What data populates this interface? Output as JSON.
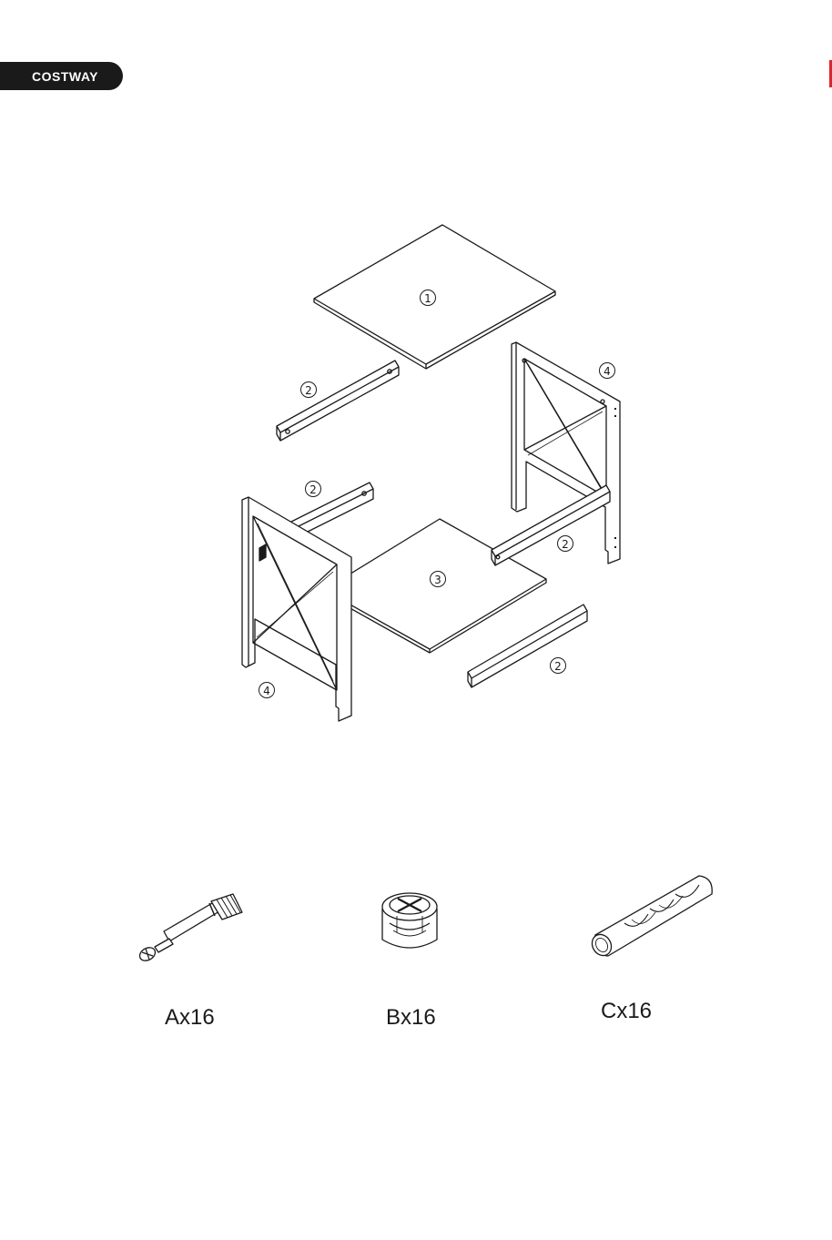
{
  "header": {
    "brand": "COSTWAY",
    "brand_color": "#1a1a1a",
    "edge_mark_color": "#d8262e"
  },
  "parts": [
    {
      "number": "1",
      "name": "top-panel"
    },
    {
      "number": "2",
      "name": "side-rail"
    },
    {
      "number": "3",
      "name": "bottom-panel"
    },
    {
      "number": "4",
      "name": "x-frame"
    }
  ],
  "hardware": [
    {
      "label": "Ax16",
      "icon": "cam-bolt-icon"
    },
    {
      "label": "Bx16",
      "icon": "cam-lock-icon"
    },
    {
      "label": "Cx16",
      "icon": "wooden-dowel-icon"
    }
  ]
}
